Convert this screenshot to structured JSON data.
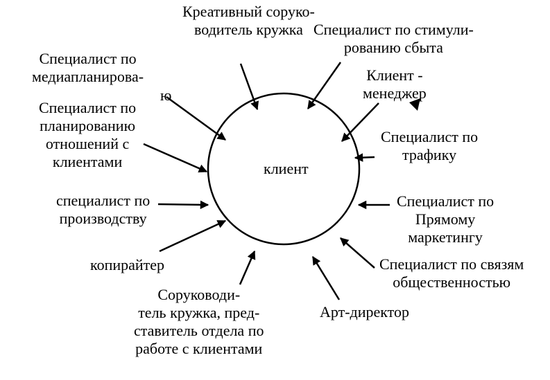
{
  "center": {
    "label": "клиент"
  },
  "roles": {
    "creative": [
      "Креативный соруко-",
      "водитель кружка"
    ],
    "sales_promo": [
      "Специалист по стимули-",
      "рованию сбыта"
    ],
    "client_manager": [
      "Клиент -",
      "менеджер"
    ],
    "media": [
      "Специалист по",
      "медиапланирова-",
      "ю"
    ],
    "relations_planning": [
      "Специалист по",
      "планированию",
      "отношений с",
      "клиентами"
    ],
    "traffic": [
      "Специалист по",
      "трафику"
    ],
    "production": [
      "специалист по",
      "производству"
    ],
    "direct_marketing": [
      "Специалист по",
      "Прямому",
      "маркетингу"
    ],
    "copywriter": [
      "копирайтер"
    ],
    "pr": [
      "Специалист по связям",
      "общественностью"
    ],
    "co_leader": [
      "Соруководи-",
      "тель кружка, пред-",
      "ставитель  отдела по",
      "работе с клиентами"
    ],
    "art_director": [
      "Арт-директор"
    ]
  }
}
